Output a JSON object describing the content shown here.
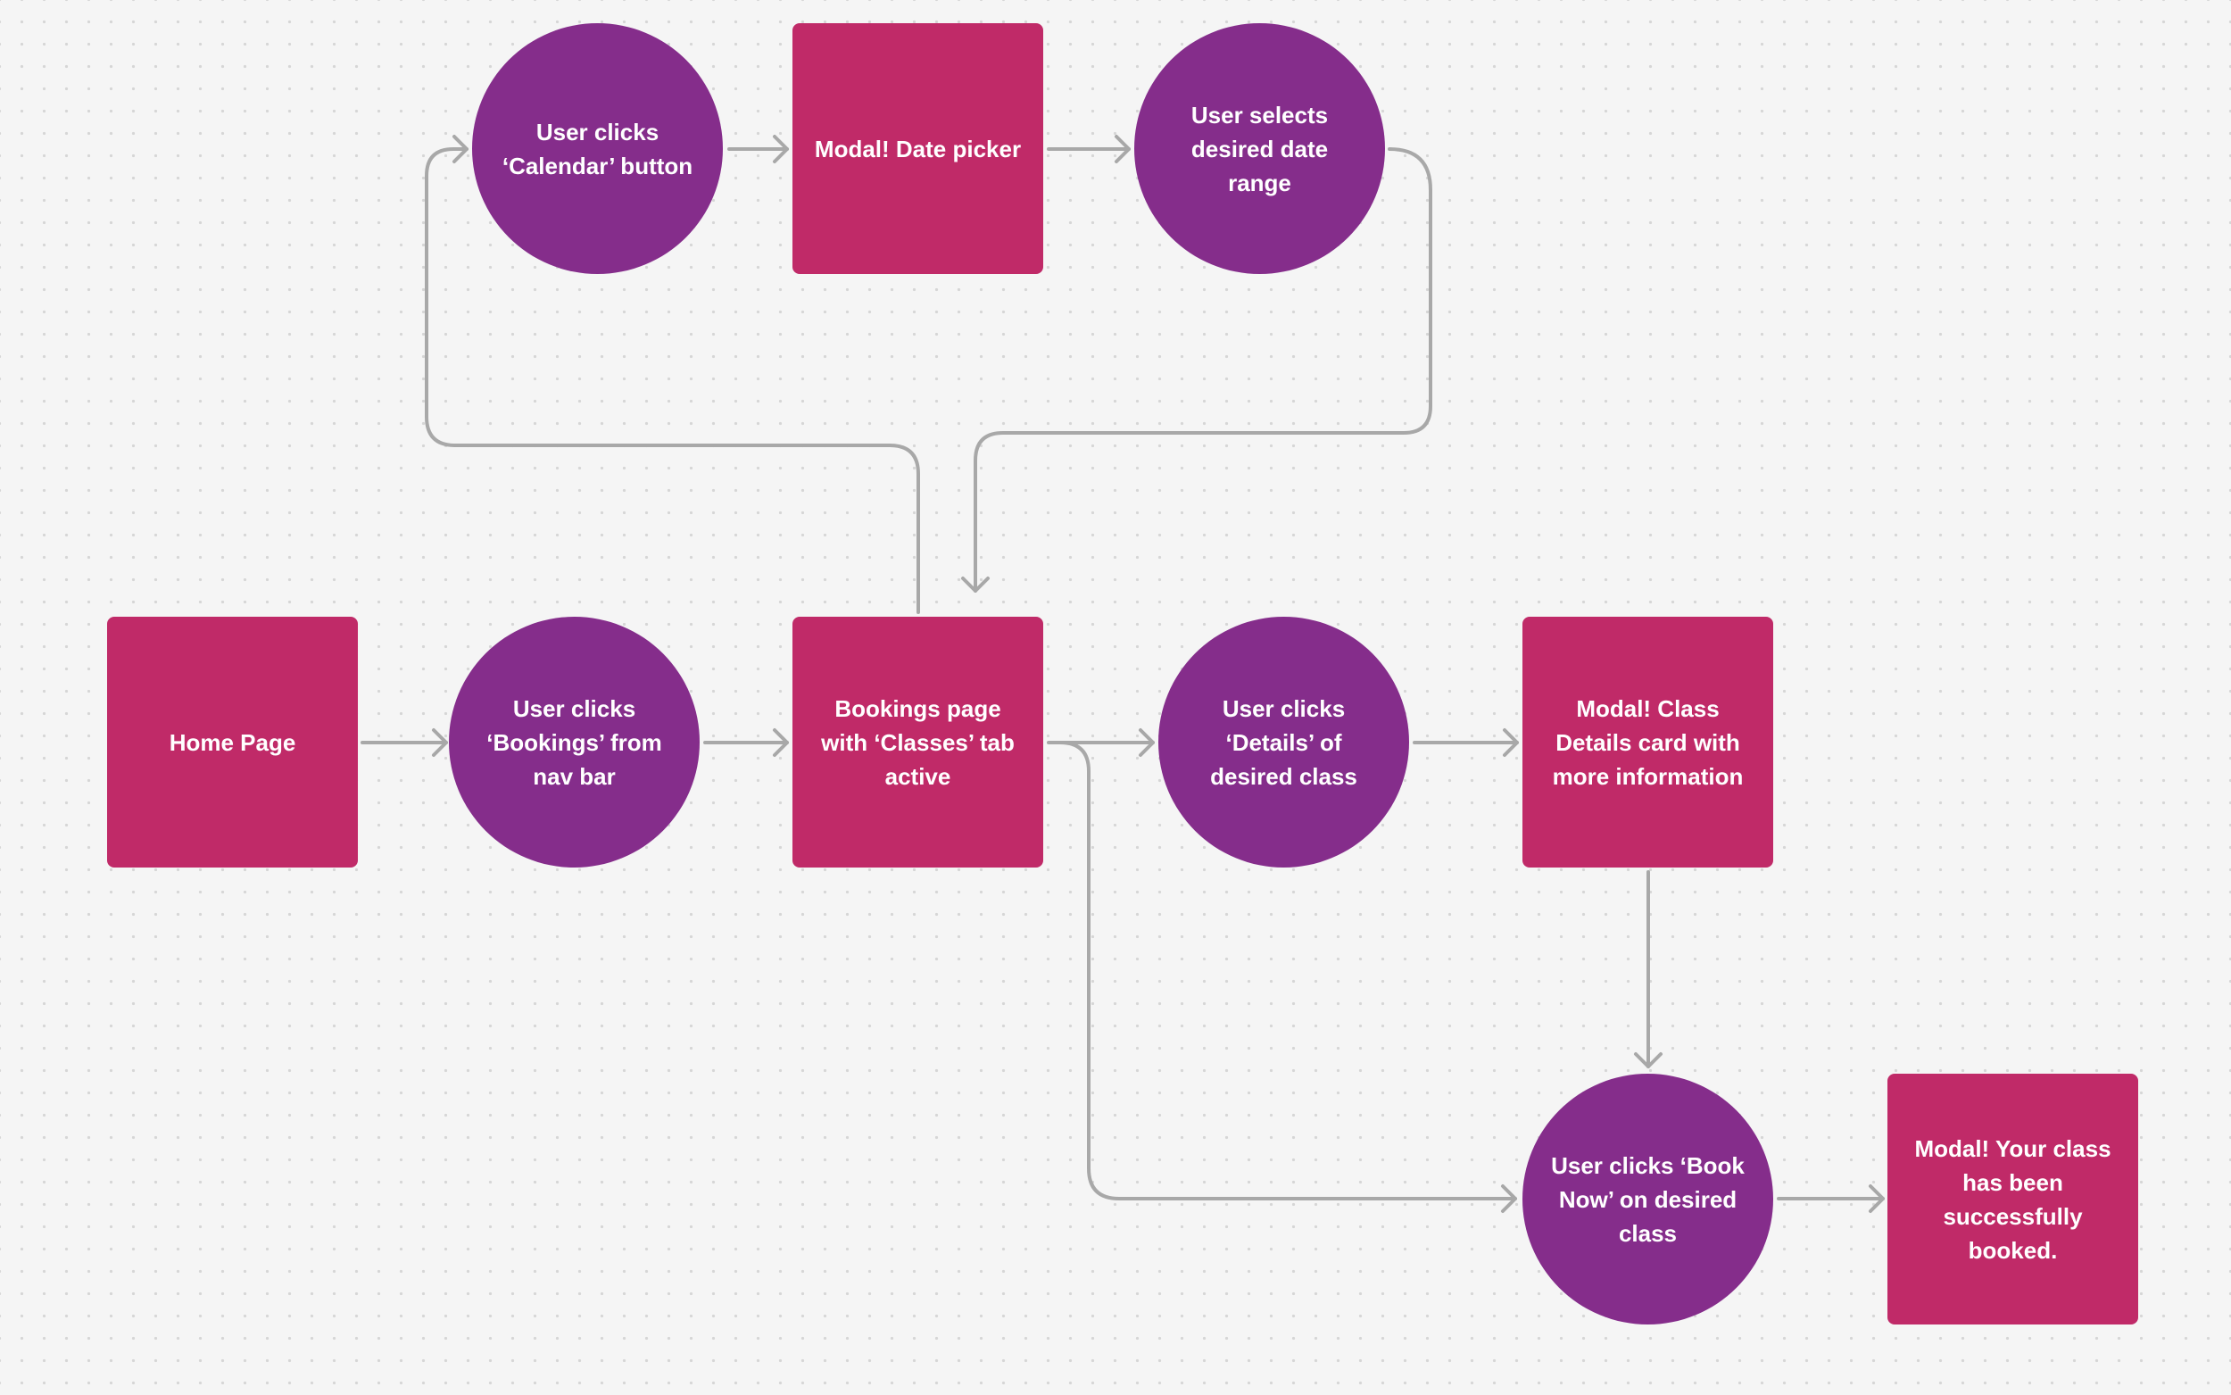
{
  "flow": {
    "nodes": [
      {
        "id": "calendar",
        "kind": "action",
        "label": "User clicks ‘Calendar’ button"
      },
      {
        "id": "datepicker",
        "kind": "page",
        "label": "Modal! Date picker"
      },
      {
        "id": "daterange",
        "kind": "action",
        "label": "User selects desired date range"
      },
      {
        "id": "home",
        "kind": "page",
        "label": "Home Page"
      },
      {
        "id": "bookings",
        "kind": "action",
        "label": "User clicks ‘Bookings’ from nav bar"
      },
      {
        "id": "bookings_page",
        "kind": "page",
        "label": "Bookings page with ‘Classes’ tab active"
      },
      {
        "id": "details",
        "kind": "action",
        "label": "User clicks ‘Details’ of desired class"
      },
      {
        "id": "details_card",
        "kind": "page",
        "label": "Modal! Class Details card with more information"
      },
      {
        "id": "book_now",
        "kind": "action",
        "label": "User clicks ‘Book Now’ on desired class"
      },
      {
        "id": "success",
        "kind": "page",
        "label": "Modal! Your class has been successfully booked."
      }
    ],
    "edges": [
      {
        "from": "home",
        "to": "bookings"
      },
      {
        "from": "bookings",
        "to": "bookings_page"
      },
      {
        "from": "bookings_page",
        "to": "calendar"
      },
      {
        "from": "calendar",
        "to": "datepicker"
      },
      {
        "from": "datepicker",
        "to": "daterange"
      },
      {
        "from": "daterange",
        "to": "bookings_page"
      },
      {
        "from": "bookings_page",
        "to": "details"
      },
      {
        "from": "details",
        "to": "details_card"
      },
      {
        "from": "details_card",
        "to": "book_now"
      },
      {
        "from": "bookings_page",
        "to": "book_now"
      },
      {
        "from": "book_now",
        "to": "success"
      }
    ]
  },
  "colors": {
    "page_fill": "#c02a68",
    "action_fill": "#852d8b",
    "connector": "#a8a8a8",
    "background": "#f5f5f5",
    "dot": "#d6d6d6"
  }
}
